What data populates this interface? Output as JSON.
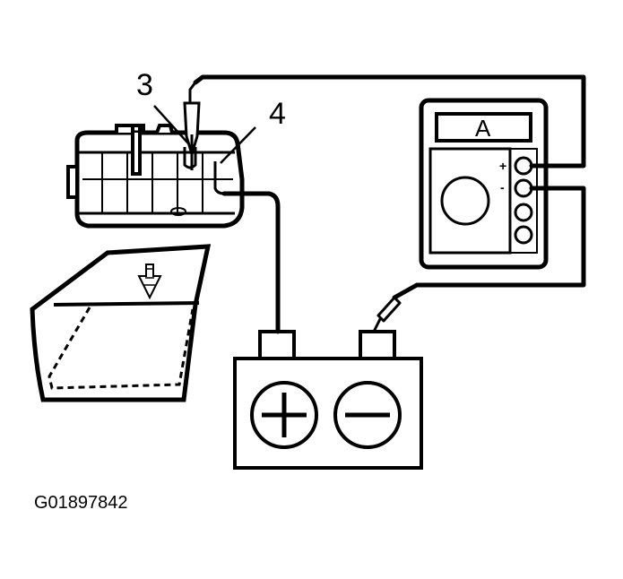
{
  "labels": {
    "callout_3": "3",
    "callout_4": "4",
    "meter_unit": "A",
    "meter_plus": "+",
    "meter_minus": "-"
  },
  "figure_id": "G01897842",
  "colors": {
    "ink": "#000000",
    "background": "#ffffff"
  }
}
